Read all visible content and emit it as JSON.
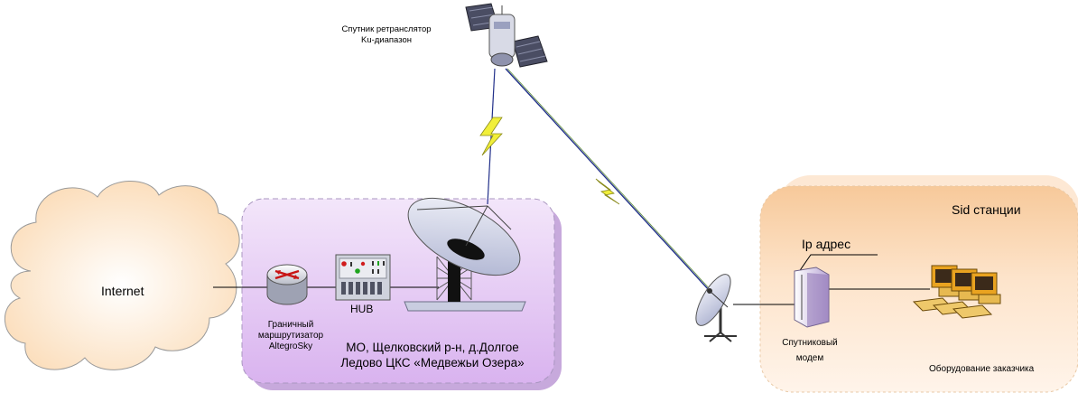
{
  "satellite": {
    "label_line1": "Спутник ретранслятор",
    "label_line2": "Ku-диапазон"
  },
  "internet": {
    "label": "Internet"
  },
  "router": {
    "label_line1": "Граничный",
    "label_line2": "маршрутизатор",
    "label_line3": "AltegroSky"
  },
  "hub": {
    "label": "HUB"
  },
  "site": {
    "label_line1": "МО, Щелковский р-н, д.Долгое",
    "label_line2": "Ледово ЦКС «Медвежьи Озера»"
  },
  "customer": {
    "title": "Sid станции",
    "ip_label": "Ip адрес",
    "modem_line1": "Спутниковый",
    "modem_line2": "модем",
    "equipment_label": "Оборудование заказчика"
  },
  "colors": {
    "cloud_fill": "#fde7cf",
    "hub_panel": "#e3c4f3",
    "customer_panel": "#fbd8b5",
    "lightning": "#f1ef3a",
    "link_line": "#222b6b"
  },
  "icons": [
    "satellite-icon",
    "cloud-icon",
    "router-icon",
    "hub-rack-icon",
    "earth-station-dish-icon",
    "vsat-dish-icon",
    "modem-icon",
    "computer-icon"
  ]
}
